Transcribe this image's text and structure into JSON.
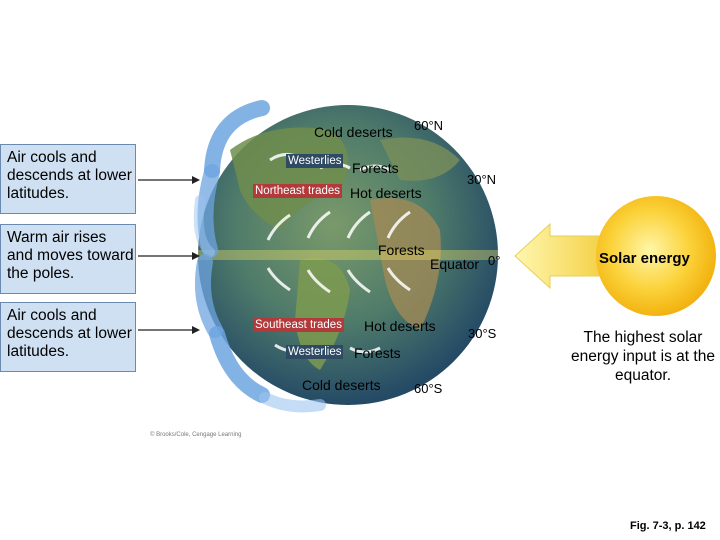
{
  "boxes": {
    "top": "Air cools and descends at lower latitudes.",
    "middle": "Warm air rises and moves toward the poles.",
    "bottom": "Air cools and descends at lower latitudes."
  },
  "globe_labels": {
    "cold_deserts_north": "Cold deserts",
    "westerlies_north": "Westerlies",
    "forests_north": "Forests",
    "northeast_trades": "Northeast trades",
    "hot_deserts_north": "Hot deserts",
    "forests_equator": "Forests",
    "equator": "Equator",
    "southeast_trades": "Southeast trades",
    "hot_deserts_south": "Hot deserts",
    "westerlies_south": "Westerlies",
    "forests_south": "Forests",
    "cold_deserts_south": "Cold deserts"
  },
  "latitudes": {
    "n60": "60°N",
    "n30": "30°N",
    "eq": "0°",
    "s30": "30°S",
    "s60": "60°S"
  },
  "sun": {
    "label": "Solar energy",
    "note": "The highest solar energy input is at the equator.",
    "color": "#f7c21a",
    "arrow_color": "#f6e86a"
  },
  "credit": "© Brooks/Cole, Cengage Learning",
  "figure_ref": "Fig. 7-3, p. 142",
  "colors": {
    "box_fill": "#cfe0f2",
    "ocean": "#2f6f8f",
    "land": "#6f8a4a",
    "cell_arrows": "#7fb2e8",
    "tag_dark": "#2f4a63",
    "tag_red": "#b23a3a"
  }
}
